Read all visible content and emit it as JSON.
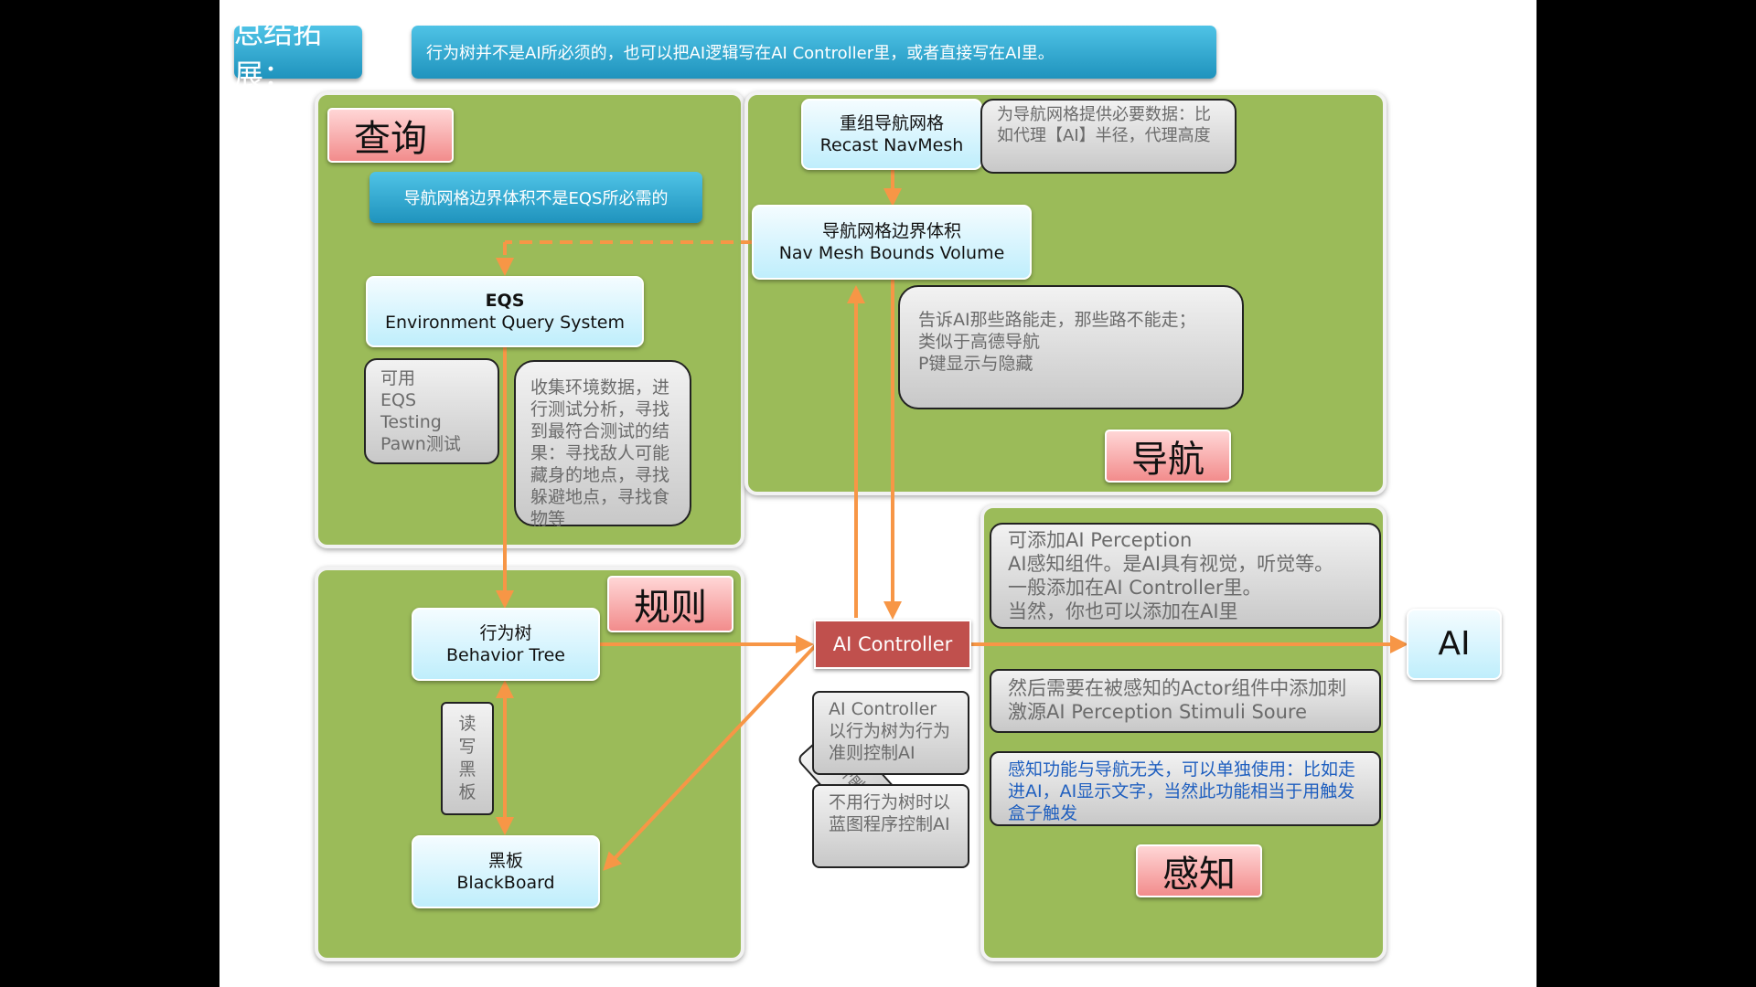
{
  "header": {
    "title": "总结拓展：",
    "note": "行为树并不是AI所必须的，也可以把AI逻辑写在AI Controller里，或者直接写在AI里。"
  },
  "sections": {
    "query": "查询",
    "navigation": "导航",
    "rules": "规则",
    "perception": "感知"
  },
  "query_panel": {
    "note": "导航网格边界体积不是EQS所必需的",
    "eqs_title": "EQS",
    "eqs_subtitle": "Environment Query System",
    "testing_lines": [
      "可用",
      "EQS",
      "Testing",
      "Pawn测试"
    ],
    "description": "收集环境数据，进行测试分析，寻找到最符合测试的结果：寻找敌人可能藏身的地点，寻找躲避地点，寻找食物等"
  },
  "nav_panel": {
    "recast_cn": "重组导航网格",
    "recast_en": "Recast NavMesh",
    "recast_note": "为导航网格提供必要数据：比如代理【AI】半径，代理高度",
    "bounds_cn": "导航网格边界体积",
    "bounds_en": "Nav Mesh Bounds Volume",
    "bounds_note_lines": [
      "告诉AI那些路能走，那些路不能走；",
      "类似于高德导航",
      "P键显示与隐藏"
    ]
  },
  "rules_panel": {
    "bt_cn": "行为树",
    "bt_en": "Behavior Tree",
    "bb_cn": "黑板",
    "bb_en": "BlackBoard",
    "rw_label_1": [
      "读",
      "写",
      "黑",
      "板"
    ],
    "rw_label_2": "读写黑板"
  },
  "controller": {
    "label": "AI Controller",
    "note1": "AI Controller以行为树为行为准则控制AI",
    "note2": "不用行为树时以蓝图程序控制AI"
  },
  "perception_panel": {
    "note1_lines": [
      "可添加AI Perception",
      "AI感知组件。是AI具有视觉，听觉等。",
      "一般添加在AI Controller里。",
      "当然，你也可以添加在AI里"
    ],
    "note2": "然后需要在被感知的Actor组件中添加刺激源AI Perception Stimuli Soure",
    "note3": "感知功能与导航无关，可以单独使用：比如走进AI，AI显示文字，当然此功能相当于用触发盒子触发"
  },
  "ai_label": "AI",
  "colors": {
    "panel_green": "#9bbb59",
    "arrow_orange": "#f79646",
    "controller_red": "#c0504d",
    "title_blue": "#2aa3c9",
    "note_blue": "#1f5fbf"
  }
}
